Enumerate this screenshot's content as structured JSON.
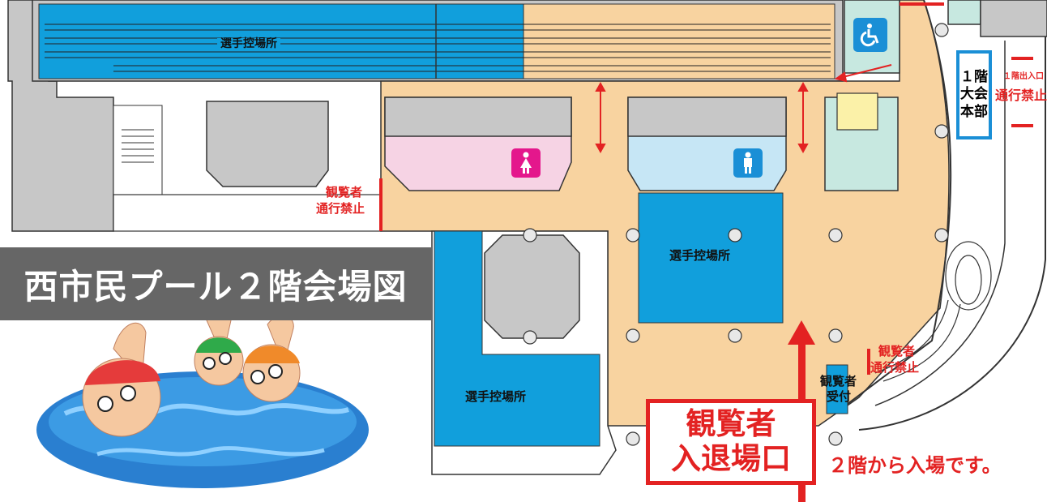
{
  "title": "西市民プール２階会場図",
  "labels": {
    "waiting_top": "選手控場所",
    "waiting_center": "選手控場所",
    "waiting_bottom": "選手控場所",
    "hq_line1": "１階",
    "hq_line2": "大会",
    "hq_line3": "本部",
    "right_small": "１階出入口",
    "right_noentry": "通行禁止",
    "left_spectator": "観覧者",
    "left_noentry": "通行禁止",
    "lower_spectator": "観覧者",
    "lower_noentry": "通行禁止",
    "reception_line1": "観覧者",
    "reception_line2": "受付",
    "entrance_line1": "観覧者",
    "entrance_line2": "入退場口",
    "entry_note": "２階から入場です。"
  },
  "icons": {
    "women_toilet": "female-restroom-icon",
    "men_toilet": "male-restroom-icon",
    "accessible": "wheelchair-icon",
    "illustration": "swimmers-illustration"
  },
  "colors": {
    "floor": "#f8d3a0",
    "waiting_area": "#119fdc",
    "women_room": "#f6d3e4",
    "men_room": "#c6e6f5",
    "structure": "#c7c7c7",
    "accent_red": "#e32222",
    "banner": "#666666"
  }
}
